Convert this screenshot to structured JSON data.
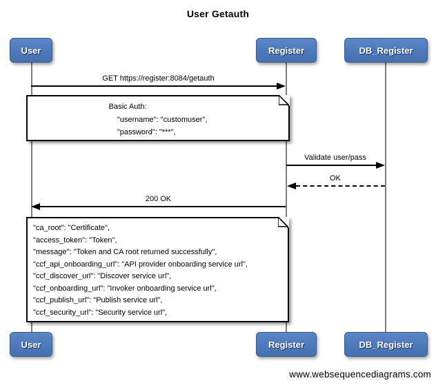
{
  "title": "User Getauth",
  "actors": [
    {
      "id": "user",
      "label": "User"
    },
    {
      "id": "register",
      "label": "Register"
    },
    {
      "id": "db_register",
      "label": "DB_Register"
    }
  ],
  "messages": [
    {
      "from": "User",
      "to": "Register",
      "label": "GET https://register:8084/getauth",
      "line": "solid"
    },
    {
      "from": "Register",
      "to": "DB_Register",
      "label": "Validate user/pass",
      "line": "solid"
    },
    {
      "from": "DB_Register",
      "to": "Register",
      "label": "OK",
      "line": "dashed"
    },
    {
      "from": "Register",
      "to": "User",
      "label": "200 OK",
      "line": "solid"
    }
  ],
  "notes": [
    {
      "over": "User, Register",
      "text": "Basic Auth:\n    \"username\": \"customuser\",\n    \"password\": \"***\","
    },
    {
      "over": "User, Register",
      "text": "\"ca_root\": \"Certificate\",\n\"access_token\": \"Token\",\n\"message\": \"Token and CA root returned successfully\",\n\"ccf_api_onboarding_url\": \"API provider onboarding service url\",\n\"ccf_discover_url\": \"Discover service url\",\n\"ccf_onboarding_url\": \"Invoker onboarding service url\",\n\"ccf_publish_url\": \"Publish service url\",\n\"ccf_security_url\": \"Security service url\","
    }
  ],
  "watermark": "www.websequencediagrams.com",
  "colors": {
    "actor_fill": "#4d79ba",
    "actor_border": "#36598f",
    "actor_text": "#ffffff",
    "lifeline": "#7d7d7d",
    "arrow": "#000000",
    "note_bg": "#ffffff",
    "note_border": "#000000"
  }
}
